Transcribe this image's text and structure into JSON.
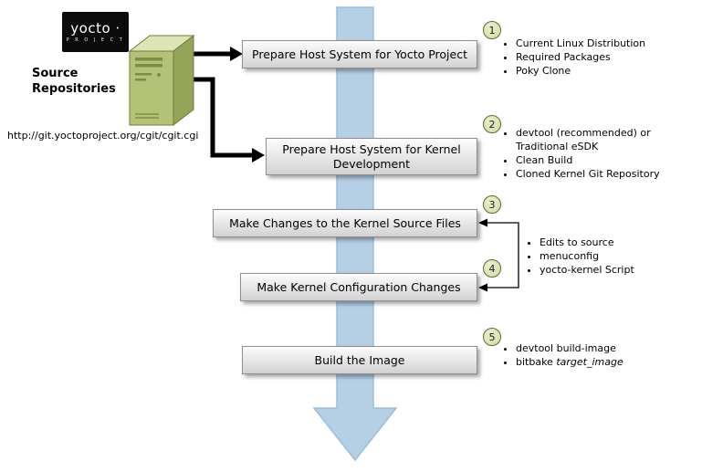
{
  "logo": {
    "brand": "yocto ·",
    "sub": "P R O J E C T"
  },
  "source": {
    "line1": "Source",
    "line2": "Repositories",
    "url": "http://git.yoctoproject.org/cgit/cgit.cgi"
  },
  "boxes": {
    "b1": "Prepare Host System for Yocto Project",
    "b2": "Prepare Host System for Kernel Development",
    "b3": "Make Changes to the Kernel Source Files",
    "b4": "Make Kernel Configuration Changes",
    "b5": "Build the Image"
  },
  "badges": {
    "n1": "1",
    "n2": "2",
    "n3": "3",
    "n4": "4",
    "n5": "5"
  },
  "notes": {
    "group1": [
      "Current Linux Distribution",
      "Required Packages",
      "Poky Clone"
    ],
    "group2": [
      "devtool (recommended) or Traditional eSDK",
      "Clean Build",
      "Cloned Kernel Git Repository"
    ],
    "group34": [
      "Edits to source",
      "menuconfig",
      "yocto-kernel Script"
    ],
    "group5_b1": "devtool build-image",
    "group5_b2_pre": "bitbake ",
    "group5_b2_italic": "target_image"
  },
  "colors": {
    "flow_arrow_blue": "#b5cfe5",
    "flow_arrow_edge": "#9dbdd8",
    "box_border": "#8f8f8f",
    "badge_fill": "#d3dba6",
    "badge_border": "#5c6b33",
    "connector_black": "#000000",
    "computer_green": "#b4c277"
  }
}
